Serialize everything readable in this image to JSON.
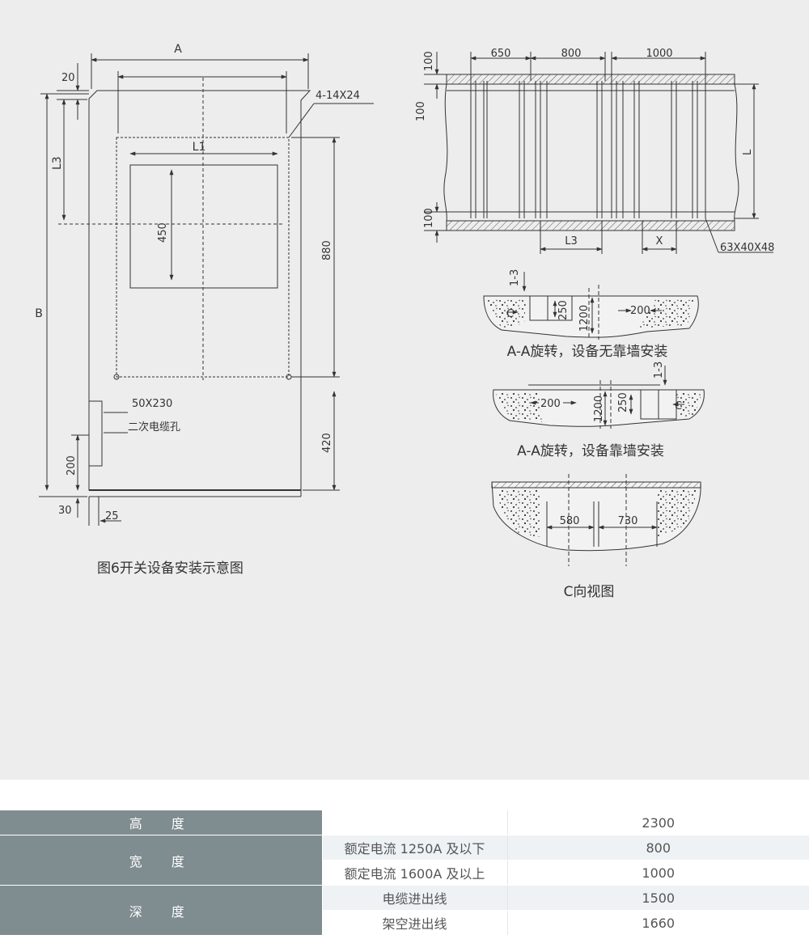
{
  "front_view": {
    "dims": {
      "A": "A",
      "B": "B",
      "L1": "L1",
      "L3": "L3",
      "top_offset": "20",
      "hole_spec": "4-14X24",
      "window_h": "450",
      "door_h": "880",
      "lower_h": "420",
      "slot_spec": "50X230",
      "slot_from_floor": "200",
      "base_h": "30",
      "base_inset": "25"
    },
    "slot_label": "二次电缆孔",
    "caption": "图6开关设备安装示意图"
  },
  "plan_view": {
    "dims": {
      "w650": "650",
      "w800": "800",
      "w1000": "1000",
      "top100": "100",
      "mid100": "100",
      "bot100": "100",
      "L": "L",
      "L3": "L3",
      "X": "X",
      "angle_spec": "63X40X48"
    }
  },
  "section_no_wall": {
    "dims": {
      "d13": "1-3",
      "c": "C",
      "d250": "250",
      "d1200": "1200",
      "d200": "200"
    },
    "caption": "A-A旋转，设备无靠墙安装"
  },
  "section_wall": {
    "dims": {
      "d13": "1-3",
      "c": "C",
      "d250": "250",
      "d1200": "1200",
      "d200": "200"
    },
    "caption": "A-A旋转，设备靠墙安装"
  },
  "c_view": {
    "dims": {
      "d580": "580",
      "d730": "730"
    },
    "caption": "C向视图"
  },
  "spec_table": {
    "height": {
      "label": "高　度",
      "value": "2300"
    },
    "width": {
      "label": "宽　度",
      "rows": [
        {
          "cond": "额定电流 1250A 及以下",
          "value": "800"
        },
        {
          "cond": "额定电流 1600A 及以上",
          "value": "1000"
        }
      ]
    },
    "depth": {
      "label": "深　度",
      "rows": [
        {
          "cond": "电缆进出线",
          "value": "1500"
        },
        {
          "cond": "架空进出线",
          "value": "1660"
        }
      ]
    }
  },
  "colors": {
    "panel_bg": "#ededed",
    "table_head": "#7f8c90",
    "table_shade": "#eef2f5",
    "line": "#333333"
  }
}
